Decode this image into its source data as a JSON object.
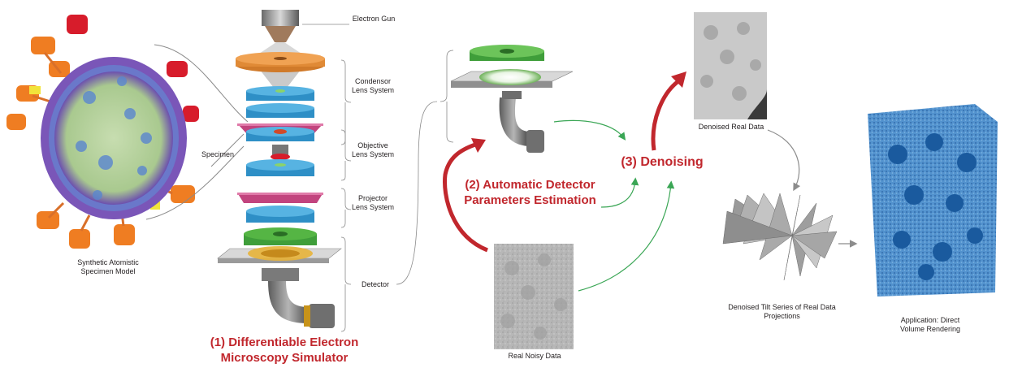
{
  "colors": {
    "accent_red": "#c1272d",
    "arrow_green": "#3aa655",
    "arrow_gray": "#8c8c8c",
    "lens_blue": "#2e8fc6",
    "lens_orange": "#d07a2a",
    "lens_magenta": "#c2447e",
    "detector_green": "#55b544",
    "volume_blue": "#1f6fb2",
    "virus_purple": "#7a56b8",
    "virus_green": "#b6d39e",
    "spike_orange": "#ef7d22",
    "spike_red": "#d71c2b"
  },
  "labels": {
    "electron_gun": "Electron Gun",
    "condensor": "Condensor Lens System",
    "objective": "Objective Lens System",
    "projector": "Projector Lens System",
    "detector": "Detector",
    "specimen": "Specimen",
    "synthetic": "Synthetic Atomistic Specimen Model",
    "real_noisy": "Real Noisy Data",
    "denoised_real": "Denoised Real Data",
    "tilt_series": "Denoised Tilt Series of Real Data Projections",
    "application": "Application: Direct Volume Rendering"
  },
  "steps": {
    "step1_line1": "(1) Differentiable Electron",
    "step1_line2": "Microscopy Simulator",
    "step2_line1": "(2) Automatic Detector",
    "step2_line2": "Parameters Estimation",
    "step3": "(3) Denoising"
  }
}
